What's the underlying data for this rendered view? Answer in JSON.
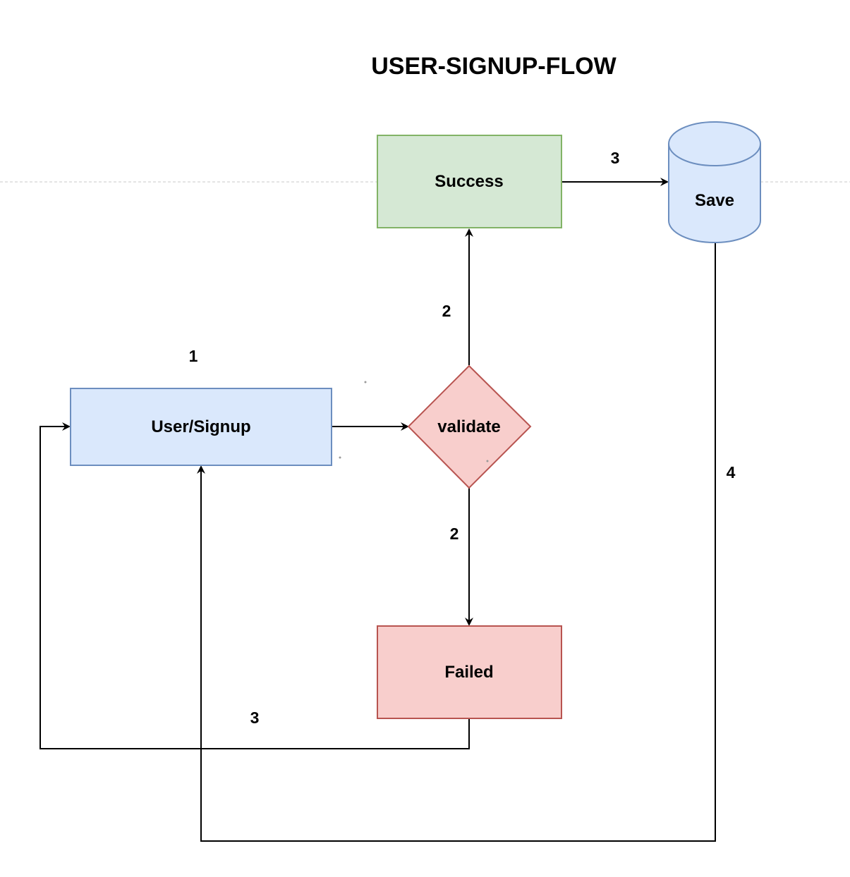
{
  "diagram": {
    "title": "USER-SIGNUP-FLOW",
    "nodes": {
      "user_signup": {
        "label": "User/Signup",
        "shape": "rectangle",
        "fill": "#dae8fc",
        "stroke": "#6c8ebf"
      },
      "validate": {
        "label": "validate",
        "shape": "diamond",
        "fill": "#f8cecc",
        "stroke": "#b85450"
      },
      "success": {
        "label": "Success",
        "shape": "rectangle",
        "fill": "#d5e8d4",
        "stroke": "#82b366"
      },
      "failed": {
        "label": "Failed",
        "shape": "rectangle",
        "fill": "#f8cecc",
        "stroke": "#b85450"
      },
      "save": {
        "label": "Save",
        "shape": "cylinder",
        "fill": "#dae8fc",
        "stroke": "#6c8ebf"
      }
    },
    "edges": [
      {
        "from": "user_signup",
        "to": "validate",
        "label": ""
      },
      {
        "from": "validate",
        "to": "success",
        "label": "2"
      },
      {
        "from": "validate",
        "to": "failed",
        "label": "2"
      },
      {
        "from": "success",
        "to": "save",
        "label": "3"
      },
      {
        "from": "failed",
        "to": "user_signup",
        "label": "3"
      },
      {
        "from": "save",
        "to": "user_signup",
        "label": "4"
      }
    ],
    "annotations": {
      "step_one": "1"
    }
  }
}
